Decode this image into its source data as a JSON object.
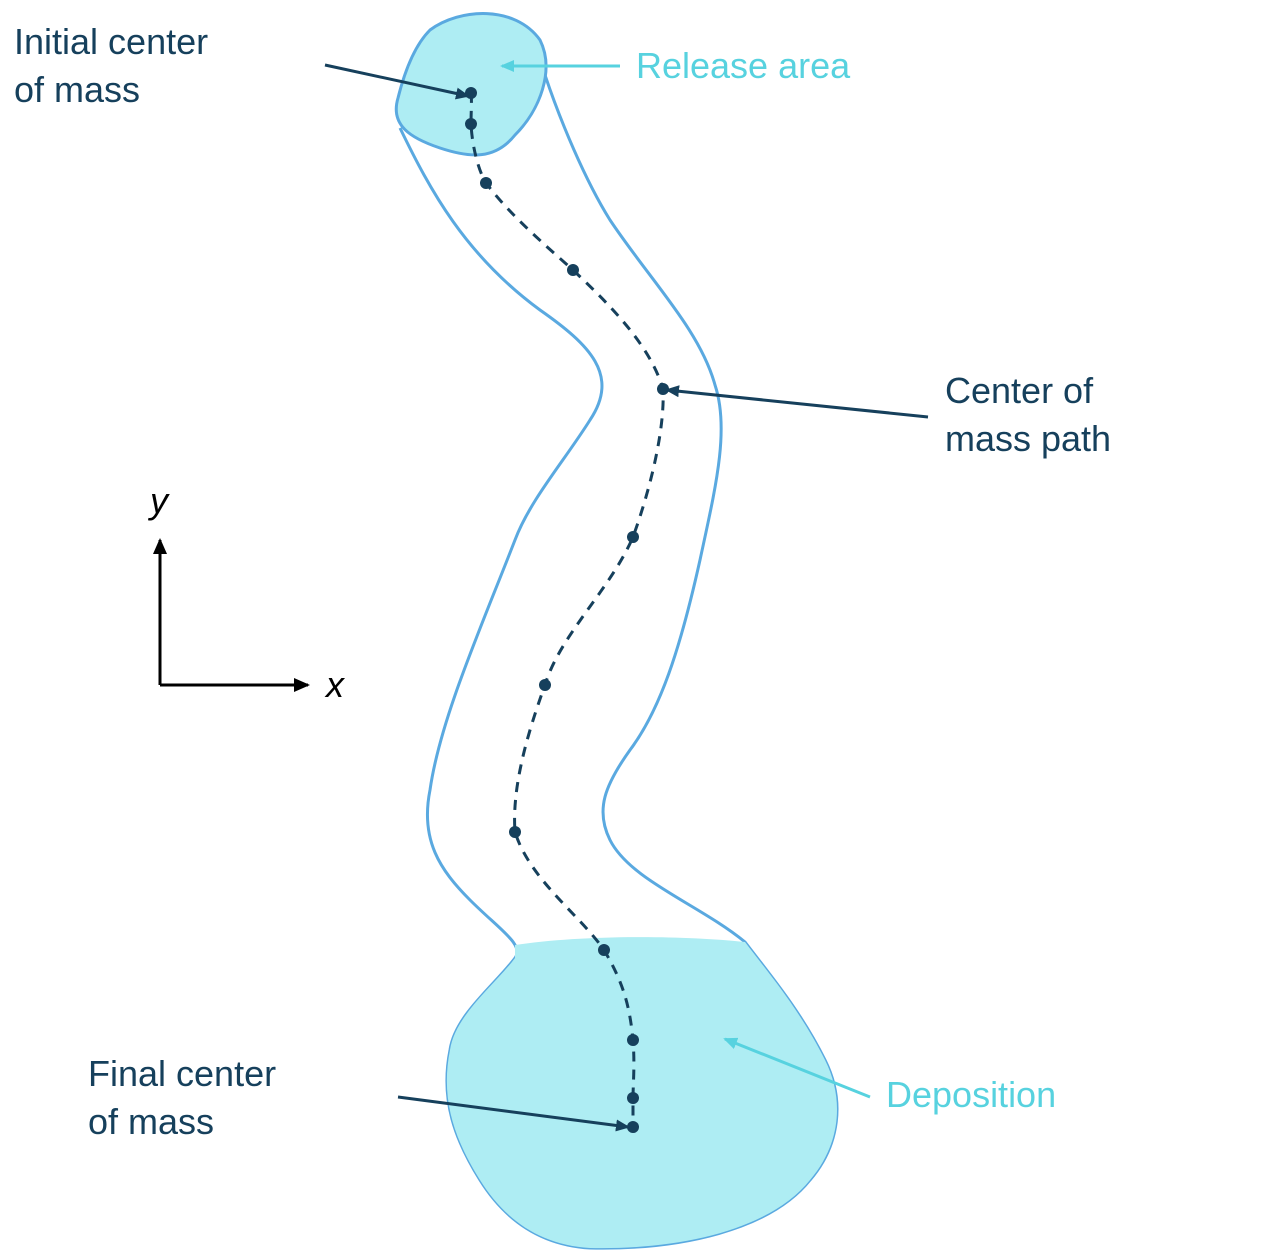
{
  "labels": {
    "initial_center_line1": "Initial center",
    "initial_center_line2": "of mass",
    "release_area": "Release area",
    "center_path_line1": "Center of",
    "center_path_line2": "mass path",
    "final_center_line1": "Final center",
    "final_center_line2": "of mass",
    "deposition": "Deposition"
  },
  "axes": {
    "x": "x",
    "y": "y"
  },
  "colors": {
    "outline": "#5aa9e0",
    "fill": "#aeedf3",
    "path": "#16405c",
    "dark_text": "#16405c",
    "cyan_text": "#57d2df",
    "axis": "#000000"
  }
}
